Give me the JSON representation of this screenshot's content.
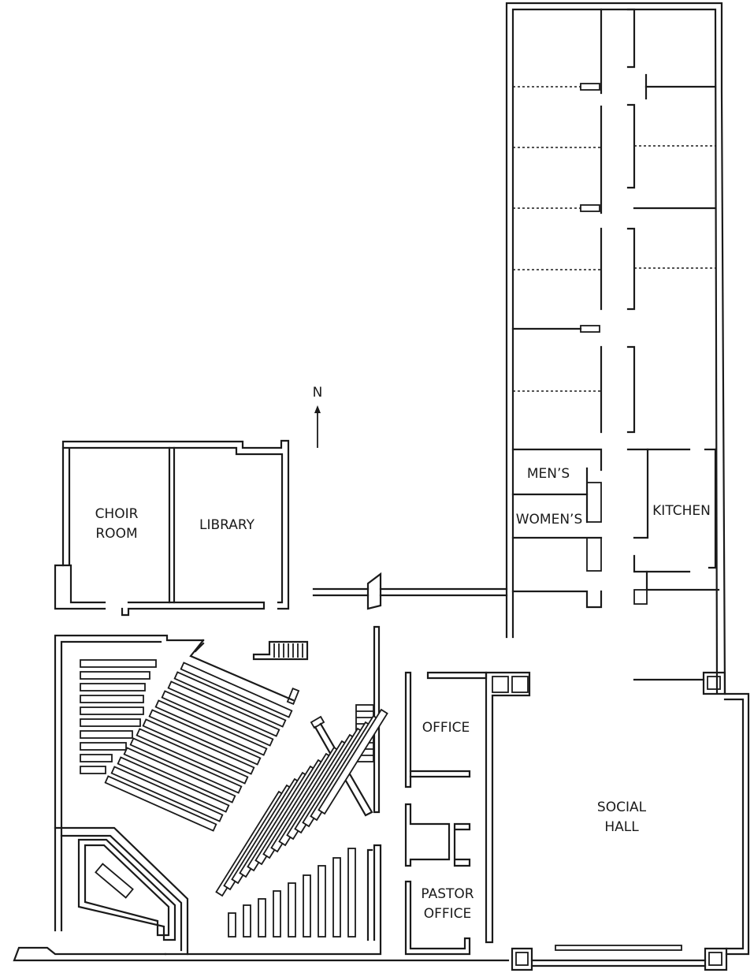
{
  "compass": {
    "label": "N"
  },
  "rooms": {
    "choir_room": [
      "CHOIR",
      "ROOM"
    ],
    "library": "LIBRARY",
    "mens": "MEN’S",
    "womens": "WOMEN’S",
    "kitchen": "KITCHEN",
    "office": "OFFICE",
    "social_hall": [
      "SOCIAL",
      "HALL"
    ],
    "pastor_office": [
      "PASTOR",
      "OFFICE"
    ]
  },
  "colors": {
    "line": "#1a1a1a",
    "background": "#ffffff"
  }
}
